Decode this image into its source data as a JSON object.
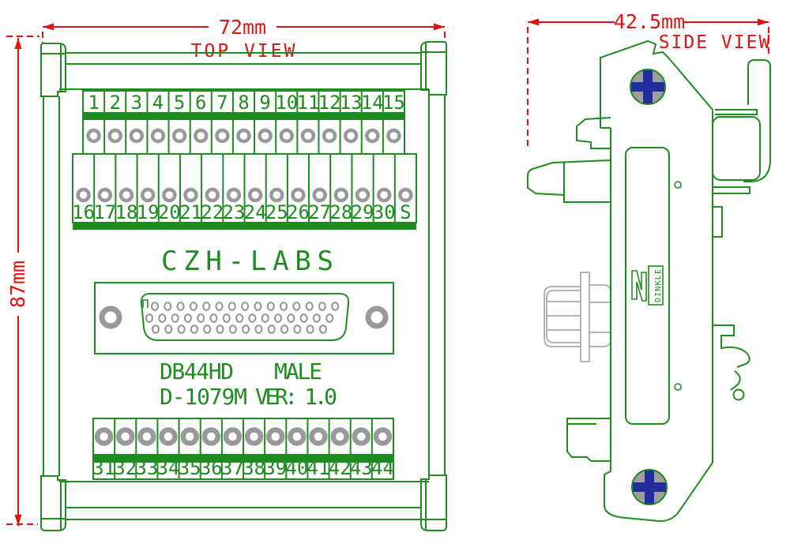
{
  "top_view": {
    "label": "TOP VIEW",
    "width_dim": "72mm",
    "height_dim": "87mm",
    "brand": "CZH-LABS",
    "connector": "DB44HD",
    "gender": "MALE",
    "model": "D-1079M",
    "version": "VER: 1.0",
    "terminal_rows": [
      {
        "labels": [
          "1",
          "2",
          "3",
          "4",
          "5",
          "6",
          "7",
          "8",
          "9",
          "10",
          "11",
          "12",
          "13",
          "14",
          "15"
        ]
      },
      {
        "labels": [
          "16",
          "17",
          "18",
          "19",
          "20",
          "21",
          "22",
          "23",
          "24",
          "25",
          "26",
          "27",
          "28",
          "29",
          "30",
          "S"
        ]
      },
      {
        "labels": [
          "31",
          "32",
          "33",
          "34",
          "35",
          "36",
          "37",
          "38",
          "39",
          "40",
          "41",
          "42",
          "43",
          "44"
        ]
      }
    ],
    "dsub_pin_rows": [
      15,
      15,
      14
    ]
  },
  "side_view": {
    "label": "SIDE VIEW",
    "width_dim": "42.5mm",
    "logo": "DINKLE"
  },
  "colors": {
    "green": "#1e8c1e",
    "red": "#e01212",
    "gray": "#999999",
    "light_gray": "#b3b3b3",
    "screw_gray": "#9e9e9e",
    "screw_blue": "#232d9e"
  }
}
